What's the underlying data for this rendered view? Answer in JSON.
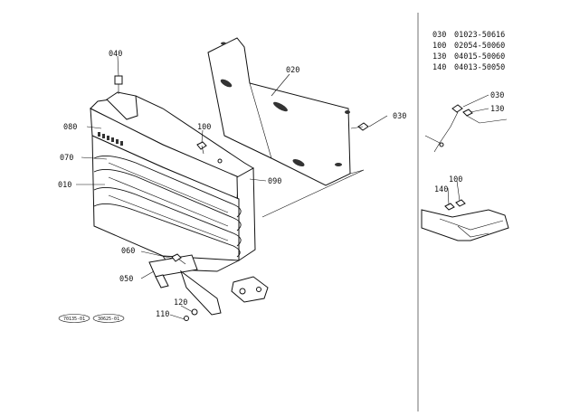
{
  "callouts": {
    "c010": "010",
    "c020": "020",
    "c030a": "030",
    "c030b": "030",
    "c040": "040",
    "c050": "050",
    "c060": "060",
    "c070": "070",
    "c080": "080",
    "c090": "090",
    "c100a": "100",
    "c100b": "100",
    "c110": "110",
    "c120": "120",
    "c130": "130",
    "c140": "140"
  },
  "parts_table": [
    {
      "ref": "030",
      "part_no": "01023-50616"
    },
    {
      "ref": "100",
      "part_no": "02054-50060"
    },
    {
      "ref": "130",
      "part_no": "04015-50060"
    },
    {
      "ref": "140",
      "part_no": "04013-50050"
    }
  ],
  "stamps": {
    "left": "70135-01",
    "right": "30625-01"
  }
}
